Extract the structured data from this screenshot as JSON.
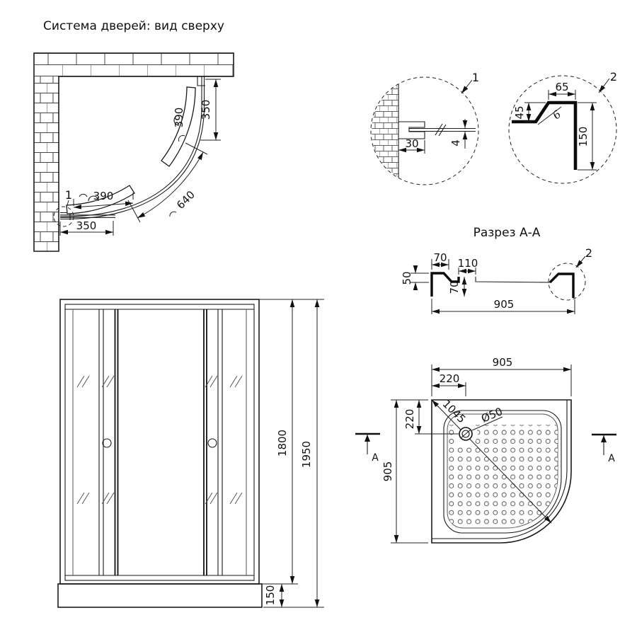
{
  "plan": {
    "title": "Система дверей: вид сверху",
    "dims": {
      "fixed_top": "350",
      "door_top_arc": "390",
      "door_bottom_arc": "390",
      "fixed_bottom": "350",
      "opening_arc": "640"
    },
    "detail_ref": "1"
  },
  "detail1": {
    "label": "1",
    "wall_gap": "30",
    "glass_thickness": "4"
  },
  "detail2": {
    "label": "2",
    "top_width": "65",
    "step_height": "45",
    "thickness": "6",
    "skirt_height": "150"
  },
  "section": {
    "title": "Разрез А-А",
    "rim_width": "70",
    "notch_width": "110",
    "rim_height": "50",
    "depth": "70",
    "overall_width": "905",
    "detail_ref": "2"
  },
  "elevation": {
    "door_height": "1800",
    "total_height": "1950",
    "tray_height": "150"
  },
  "tray": {
    "width_top": "905",
    "drain_offset_x": "220",
    "drain_offset_y": "220",
    "depth_left": "905",
    "diagonal": "1045",
    "drain_diameter": "Ø50",
    "section_marker": "A"
  }
}
